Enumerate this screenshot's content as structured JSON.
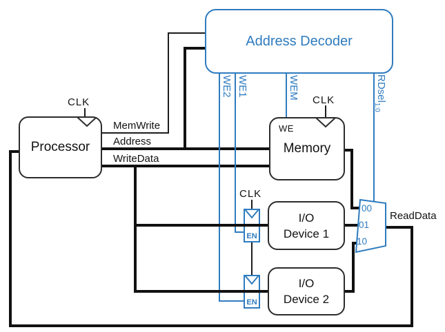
{
  "diagram": {
    "decoder": {
      "title": "Address Decoder"
    },
    "processor": {
      "label": "Processor",
      "clk": "CLK"
    },
    "memory": {
      "label": "Memory",
      "we_port": "WE",
      "clk": "CLK"
    },
    "io_device_1": {
      "line1": "I/O",
      "line2": "Device 1"
    },
    "io_device_2": {
      "line1": "I/O",
      "line2": "Device 2"
    },
    "register1": {
      "en": "EN",
      "clk": "CLK"
    },
    "register2": {
      "en": "EN"
    },
    "mux": {
      "input_00": "00",
      "input_01": "01",
      "input_10": "10"
    },
    "signals": {
      "memwrite": "MemWrite",
      "address": "Address",
      "writedata": "WriteData",
      "readdata": "ReadData",
      "we2": "WE2",
      "we1": "WE1",
      "wem": "WEM",
      "rdsel": "RDsel",
      "rdsel_subscript": "1:0"
    },
    "colors": {
      "accent_blue": "#2e7bbf",
      "line_black": "#1c1c1c"
    }
  }
}
